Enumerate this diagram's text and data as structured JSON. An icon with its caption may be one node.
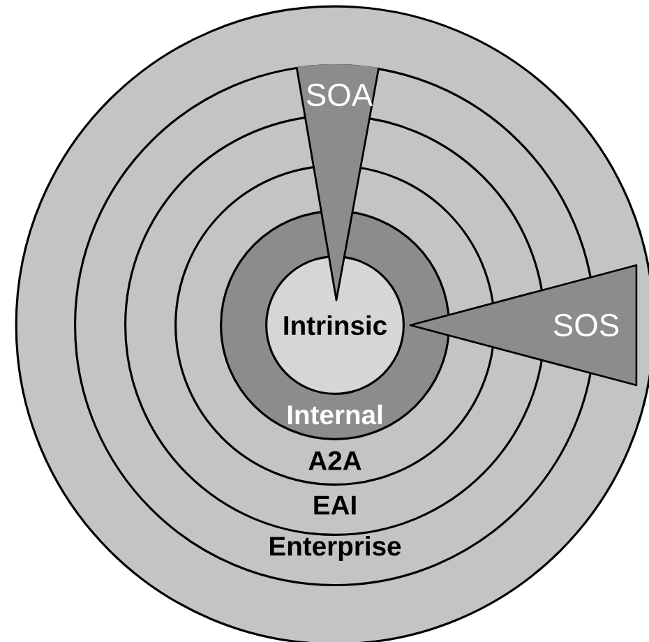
{
  "diagram": {
    "nodes": [
      {
        "text": [],
        "shape": "circle"
      },
      {
        "text": [
          "Enterprise"
        ],
        "in": 0
      },
      {
        "text": [
          "EAI"
        ],
        "in": 1
      },
      {
        "text": [
          "A2A"
        ],
        "in": 2
      },
      {
        "text": [
          "Internal"
        ],
        "in": 3
      },
      {
        "text": [
          "Intrinsic"
        ],
        "in": 4
      },
      {
        "text": [
          "SOA"
        ],
        "in": 1
      },
      {
        "text": [
          "SOS"
        ],
        "in": 0
      }
    ]
  }
}
